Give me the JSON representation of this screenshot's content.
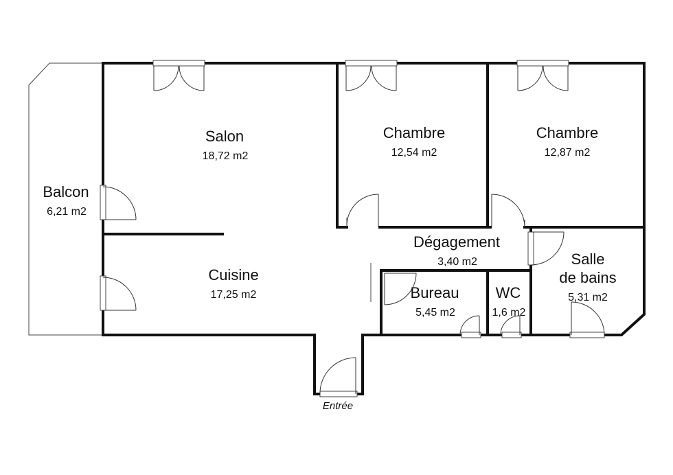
{
  "rooms": {
    "salon": {
      "name": "Salon",
      "area": "18,72 m2"
    },
    "chambre1": {
      "name": "Chambre",
      "area": "12,54 m2"
    },
    "chambre2": {
      "name": "Chambre",
      "area": "12,87 m2"
    },
    "balcon": {
      "name": "Balcon",
      "area": "6,21 m2"
    },
    "degagement": {
      "name": "Dégagement",
      "area": "3,40 m2"
    },
    "cuisine": {
      "name": "Cuisine",
      "area": "17,25 m2"
    },
    "bureau": {
      "name": "Bureau",
      "area": "5,45 m2"
    },
    "wc": {
      "name": "WC",
      "area": "1,6 m2"
    },
    "sdb": {
      "name_line1": "Salle",
      "name_line2": "de bains",
      "area": "5,31 m2"
    }
  },
  "entry": {
    "label": "Entrée"
  }
}
